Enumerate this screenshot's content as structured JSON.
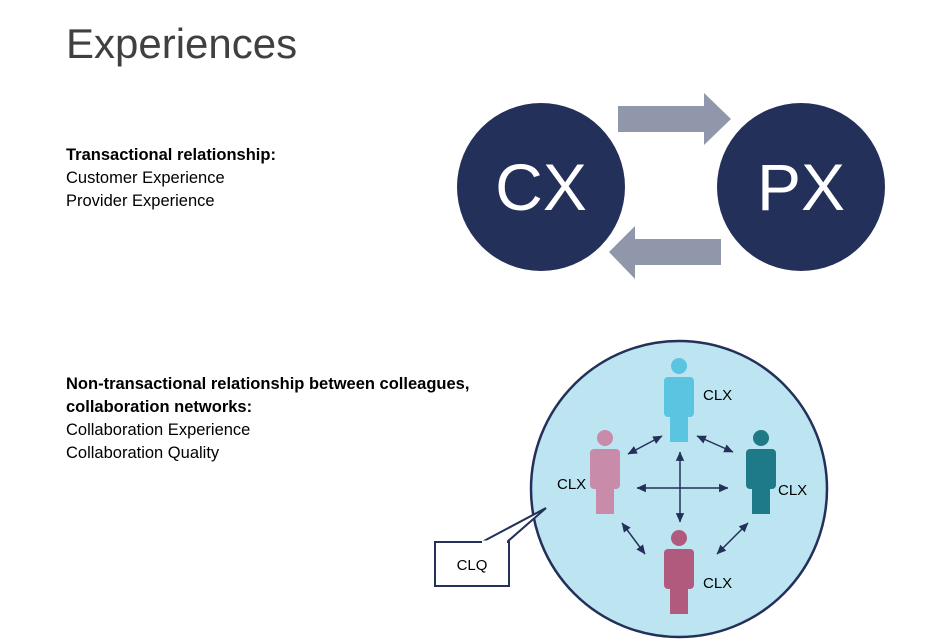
{
  "title": "Experiences",
  "transactional": {
    "heading": "Transactional relationship:",
    "lines": [
      "Customer Experience",
      "Provider Experience"
    ]
  },
  "non_transactional": {
    "heading_line1": "Non-transactional relationship between colleagues,",
    "heading_line2": "collaboration networks:",
    "lines": [
      "Collaboration Experience",
      "Collaboration Quality"
    ]
  },
  "top_diagram": {
    "left_circle": "CX",
    "right_circle": "PX"
  },
  "network": {
    "person_labels": [
      "CLX",
      "CLX",
      "CLX",
      "CLX"
    ],
    "callout": "CLQ"
  },
  "colors": {
    "navy": "#233059",
    "arrow_gray": "#9097AA",
    "network_fill": "#BDE5F1",
    "person_top": "#5BC4E0",
    "person_left": "#C88BA9",
    "person_right": "#1E7A86",
    "person_bottom": "#B05A7E"
  }
}
